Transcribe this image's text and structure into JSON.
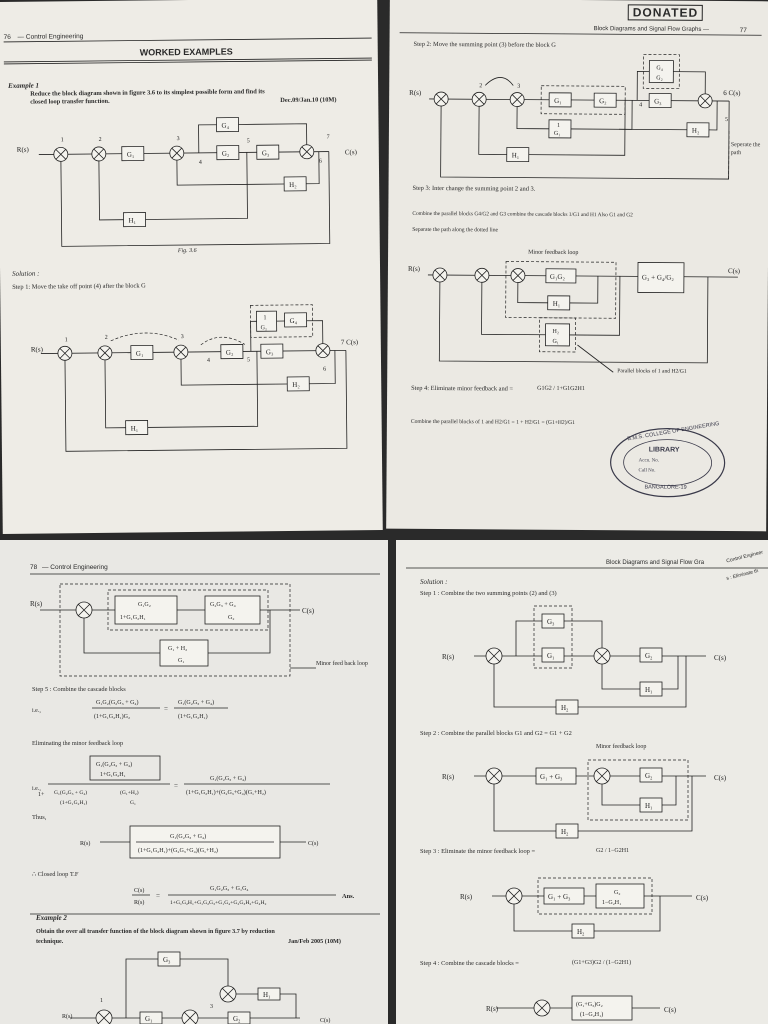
{
  "page1": {
    "page_num": "76",
    "header": "— Control Engineering",
    "title": "WORKED EXAMPLES",
    "example_label": "Example 1",
    "problem_line1": "Reduce the block diagram shown in figure 3.6 to its simplest possible form and find its",
    "problem_line2": "closed loop transfer function.",
    "exam_ref": "Dec.09/Jan.10 (10M)",
    "fig_caption": "Fig. 3.6",
    "solution_label": "Solution :",
    "step1": "Step 1: Move the take off point (4) after the block G",
    "input_label": "R(s)",
    "output_label": "C(s)"
  },
  "page2": {
    "donated": "DONATED",
    "header": "Block Diagrams and Signal Flow Graphs —",
    "page_num": "77",
    "step2": "Step 2: Move the summing point (3) before the block G",
    "separate_path": "Seperate the path",
    "step3": "Step 3: Inter change the summing point 2 and 3.",
    "step3_line2": "Combine the parallel blocks G4/G2 and G3 combine the cascade blocks 1/G1 and H1 Also G1 and G2",
    "step3_line3": "Separate the path along the dotted line",
    "minor_loop": "Minor feedback loop",
    "parallel_note": "Parallel blocks of 1 and H2/G1",
    "step4": "Step 4: Eliminate minor feedback and =",
    "step4_frac": "G1G2 / 1+G1G2H1",
    "step4_line2": "Combine the parallel blocks of 1 and H2/G1 = 1 + H2/G1 = (G1+H2)/G1",
    "stamp": {
      "ring": "B.M.S. COLLEGE OF ENGINEERING",
      "library": "LIBRARY",
      "acc": "Accn. No.",
      "call": "Call No.",
      "city": "BANGALORE-19"
    }
  },
  "page3": {
    "page_num": "78",
    "header": "— Control Engineering",
    "minor_fb": "Minor feed back loop",
    "step5": "Step 5 : Combine the cascade blocks",
    "ie": "i.e.,",
    "eliminating": "Eliminating the minor feedback loop",
    "thus": "Thus,",
    "closed_loop": "∴ Closed loop T.F",
    "ans": "Ans.",
    "example_label": "Example 2",
    "problem_line1": "Obtain the over all transfer function of the block diagram shown in figure 3.7 by reduction",
    "problem_line2": "technique.",
    "exam_ref": "Jan/Feb 2005 (10M)"
  },
  "page4": {
    "header": "Block Diagrams and Signal Flow Gra",
    "solution_label": "Solution :",
    "step1": "Step 1 : Combine the two summing points (2) and (3)",
    "step2": "Step 2 : Combine the parallel blocks G1 and G2 = G1 + G2",
    "minor_loop": "Minor feedback loop",
    "step3": "Step 3 : Eliminate the minor feedback loop =",
    "step3_frac": "G2 / 1−G2H1",
    "step4": "Step 4 : Combine the cascade blocks =",
    "step4_frac": "(G1+G3)G2 / (1−G2H1)",
    "side_text": "Control Engineer",
    "side_text2": "s : Eliminate th"
  }
}
